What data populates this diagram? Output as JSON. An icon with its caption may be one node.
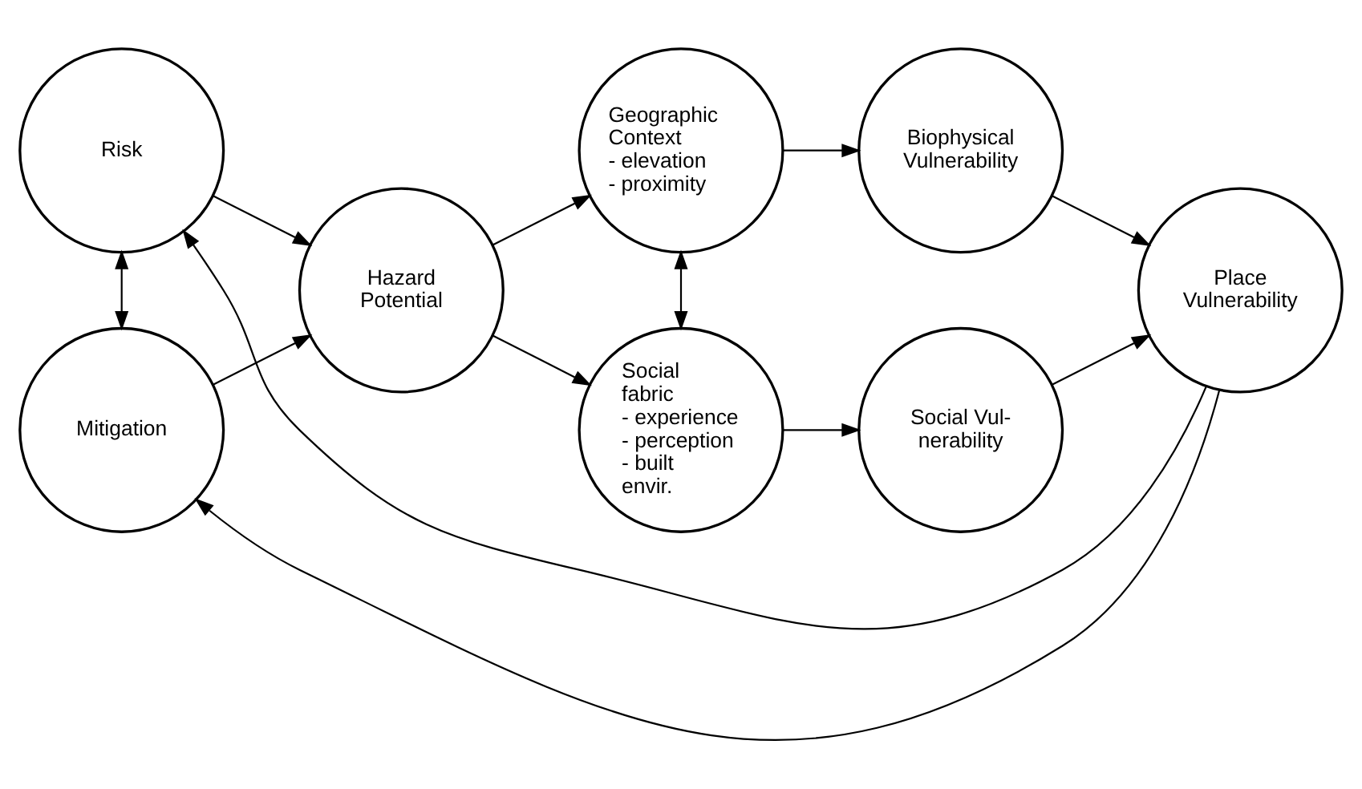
{
  "diagram": {
    "nodes": [
      {
        "text": [
          "Risk"
        ]
      },
      {
        "text": [
          "Geographic Context",
          "- elevation",
          "- proximity"
        ]
      },
      {
        "text": [
          "Hazard Potential"
        ]
      },
      {
        "text": [
          "Biophysical Vulnerability"
        ]
      },
      {
        "text": [
          "Mitigation"
        ]
      },
      {
        "text": [
          "Social fabric",
          "- experience",
          "- perception",
          "- built envir."
        ]
      },
      {
        "text": [
          "Social Vul- nerability"
        ]
      },
      {
        "text": [
          "Place Vulnerability"
        ]
      }
    ],
    "edges": [
      {
        "from": 0,
        "to": 2,
        "arrow": "to"
      },
      {
        "from": 4,
        "to": 2,
        "arrow": "to"
      },
      {
        "from": 0,
        "to": 4,
        "arrow": "both"
      },
      {
        "from": 2,
        "to": 1,
        "arrow": "to"
      },
      {
        "from": 2,
        "to": 5,
        "arrow": "to"
      },
      {
        "from": 1,
        "to": 5,
        "arrow": "both"
      },
      {
        "from": 1,
        "to": 3,
        "arrow": "to"
      },
      {
        "from": 5,
        "to": 6,
        "arrow": "to"
      },
      {
        "from": 3,
        "to": 7,
        "arrow": "to"
      },
      {
        "from": 6,
        "to": 7,
        "arrow": "to"
      },
      {
        "from": 7,
        "to": 0,
        "arrow": "to"
      },
      {
        "from": 7,
        "to": 4,
        "arrow": "to"
      }
    ]
  }
}
